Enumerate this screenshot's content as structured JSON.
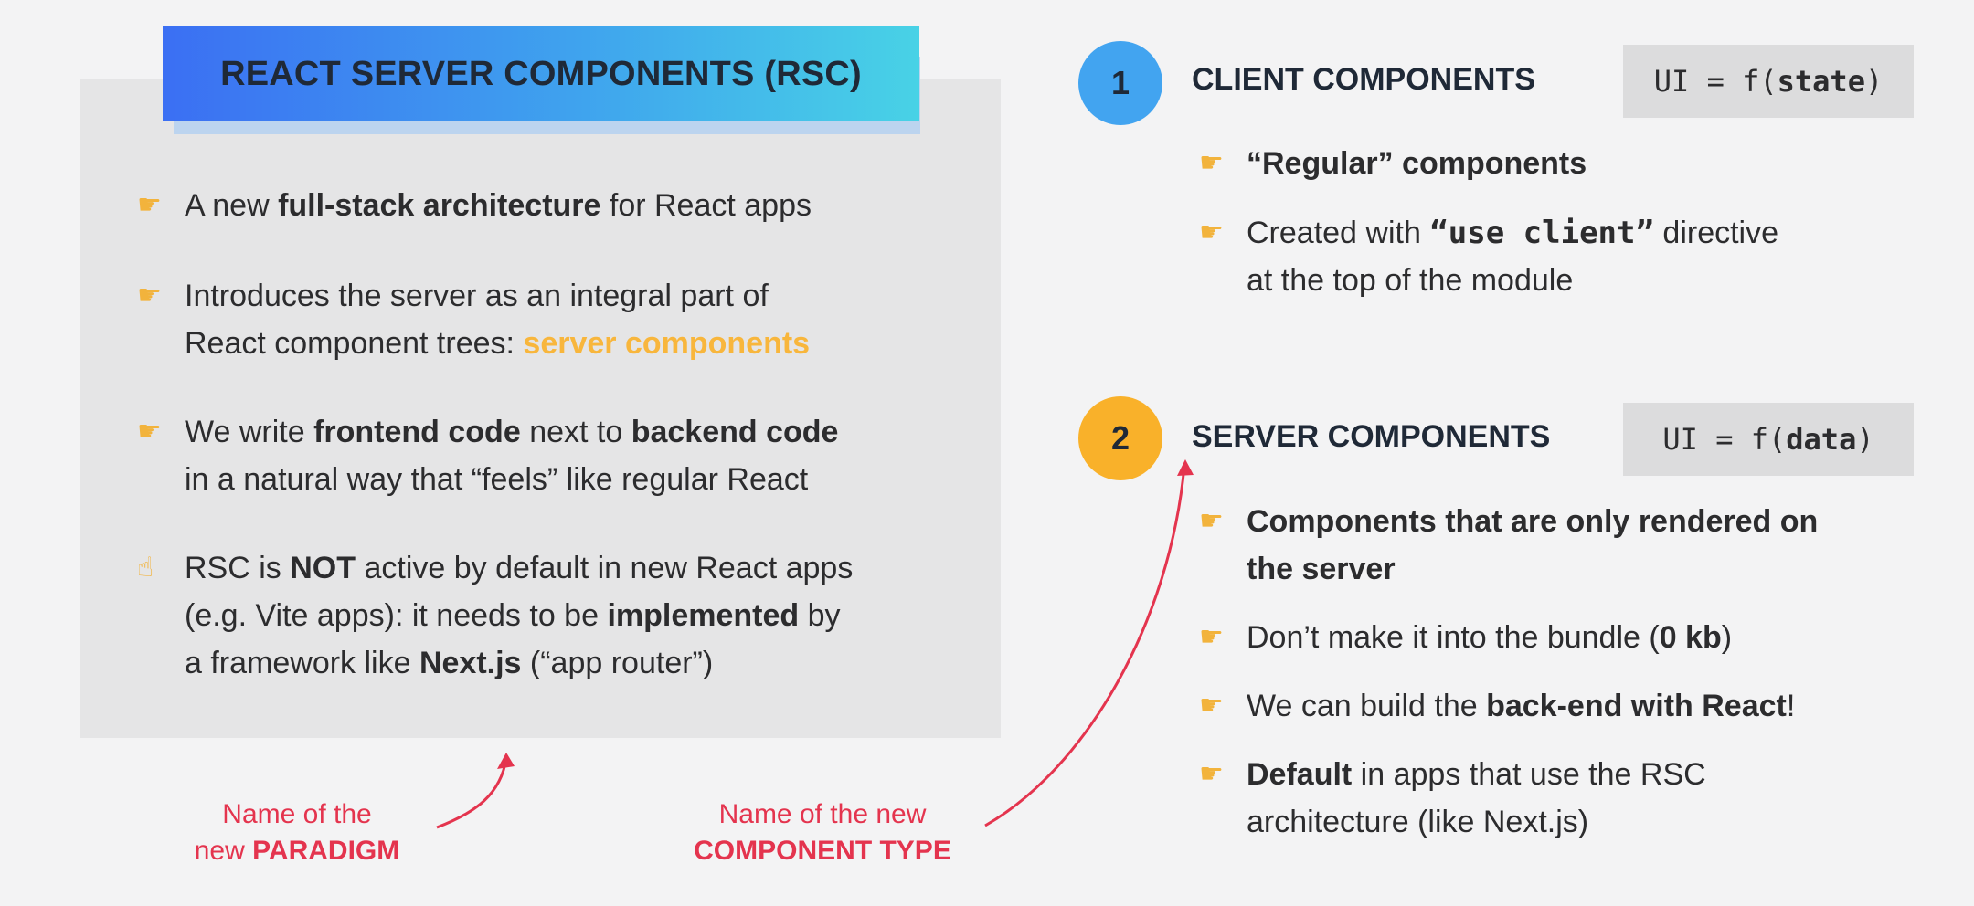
{
  "title": "REACT SERVER COMPONENTS (RSC)",
  "left_bullets": [
    {
      "icon": "pointing-hand-icon",
      "line1": [
        "A new ",
        "full-stack architecture",
        " for React apps"
      ]
    },
    {
      "icon": "pointing-hand-icon",
      "line1": "Introduces the server as an integral part of",
      "line2": [
        "React component trees: ",
        "server components"
      ]
    },
    {
      "icon": "pointing-hand-icon",
      "line1": [
        "We write ",
        "frontend code",
        " next to ",
        "backend code"
      ],
      "line2": "in a natural way that “feels” like regular React"
    },
    {
      "icon": "index-finger-up-icon",
      "line1": [
        "RSC is ",
        "NOT",
        " active by default in new React apps"
      ],
      "line2": [
        "(e.g. Vite apps): it needs to be ",
        "implemented",
        " by"
      ],
      "line3": [
        "a framework like ",
        "Next.js",
        " (“app router”)"
      ]
    }
  ],
  "client": {
    "number": "1",
    "heading": "CLIENT COMPONENTS",
    "formula": [
      "UI = f(",
      "state",
      ")"
    ],
    "bullets": [
      {
        "line1": "“Regular” components"
      },
      {
        "line1": [
          "Created with ",
          "“use client”",
          " directive"
        ],
        "line2": "at the top of the module"
      }
    ]
  },
  "server": {
    "number": "2",
    "heading": "SERVER COMPONENTS",
    "formula": [
      "UI = f(",
      "data",
      ")"
    ],
    "bullets": [
      {
        "line1": "Components that are only rendered on",
        "line2": "the server"
      },
      {
        "line1": [
          "Don’t make it into the bundle (",
          "0 kb",
          ")"
        ]
      },
      {
        "line1": [
          "We can build the ",
          "back-end with React",
          "!"
        ]
      },
      {
        "line1": [
          "Default",
          " in apps that use the RSC"
        ],
        "line2": "architecture (like Next.js)"
      }
    ]
  },
  "annotations": {
    "paradigm": {
      "line1": "Name of the",
      "line2_prefix": "new ",
      "line2_bold": "PARADIGM"
    },
    "component_type": {
      "line1": "Name of the new",
      "line2_bold": "COMPONENT TYPE"
    }
  },
  "colors": {
    "accent_orange": "#f8b63c",
    "annotation_red": "#e4344e",
    "client_blue": "#42a4f0",
    "server_yellow": "#f9b12a"
  }
}
